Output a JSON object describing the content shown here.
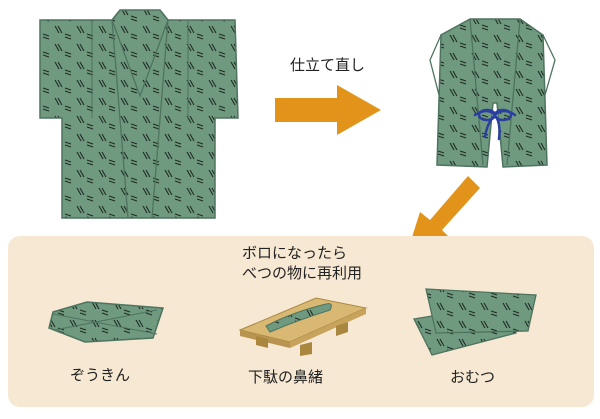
{
  "texts": {
    "remake": "仕立て直し",
    "worn_line1": "ボロになったら",
    "worn_line2": "べつの物に再利用",
    "zoukin": "ぞうきん",
    "geta_hanao": "下駄の鼻緒",
    "omutsu": "おむつ"
  },
  "colors": {
    "fabric": "#6f9a80",
    "fabric_dark": "#4e735e",
    "stripe": "#1f2b24",
    "arrow": "#e2931a",
    "panel": "#f6e8d3",
    "wood": "#d9b873",
    "wood_dark": "#a9873f",
    "cord": "#2b3fa0"
  },
  "icons": {
    "kimono": "kimono-illustration",
    "vest": "vest-illustration",
    "arrow_right": "arrow-right-icon",
    "arrow_down_left": "arrow-down-left-icon",
    "zoukin": "rag-illustration",
    "geta": "geta-illustration",
    "omutsu": "diaper-illustration"
  }
}
